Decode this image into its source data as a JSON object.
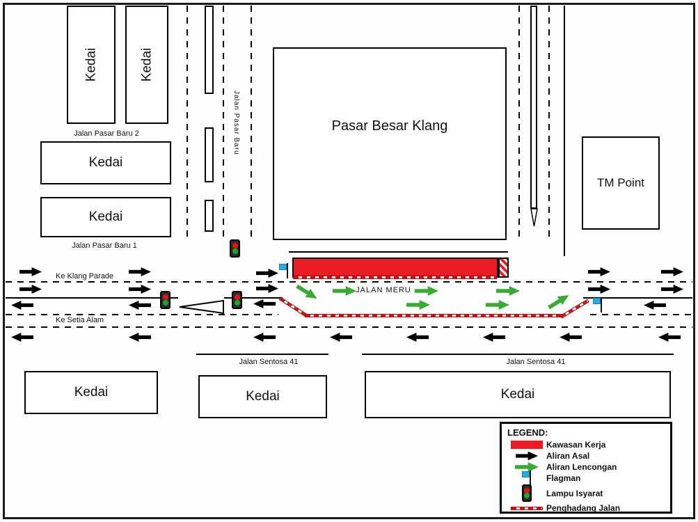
{
  "buildings": {
    "kedai_top_1": "Kedai",
    "kedai_top_2": "Kedai",
    "kedai_left_1": "Kedai",
    "kedai_left_2": "Kedai",
    "pasar_besar_klang": "Pasar Besar Klang",
    "tm_point": "TM Point",
    "kedai_bottom_1": "Kedai",
    "kedai_bottom_2": "Kedai",
    "kedai_bottom_3": "Kedai"
  },
  "roads": {
    "jalan_pasar_baru_2": "Jalan Pasar Baru 2",
    "jalan_pasar_baru_1": "Jalan Pasar Baru 1",
    "jalan_pasar_baru": "Jalan Pasar Baru",
    "jalan_meru": "JALAN MERU",
    "ke_klang_parade": "Ke Klang Parade",
    "ke_setia_alam": "Ke Setia Alam",
    "jalan_sentosa_41_left": "Jalan Sentosa 41",
    "jalan_sentosa_41_right": "Jalan Sentosa 41"
  },
  "legend": {
    "title": "LEGEND:",
    "items": [
      {
        "icon": "work-area-swatch",
        "label": "Kawasan Kerja"
      },
      {
        "icon": "original-flow-arrow",
        "label": "Aliran Asal"
      },
      {
        "icon": "diversion-flow-arrow",
        "label": "Aliran Lencongan"
      },
      {
        "icon": "flagman-flag",
        "label": "Flagman"
      },
      {
        "icon": "traffic-light",
        "label": "Lampu Isyarat"
      },
      {
        "icon": "road-barrier",
        "label": "Penghadang Jalan"
      }
    ]
  },
  "colors": {
    "work_area": "#ec1c24",
    "original_flow": "#000000",
    "diversion_flow": "#3aaa35",
    "flag": "#29abe2",
    "barrier_red": "#d01217"
  }
}
